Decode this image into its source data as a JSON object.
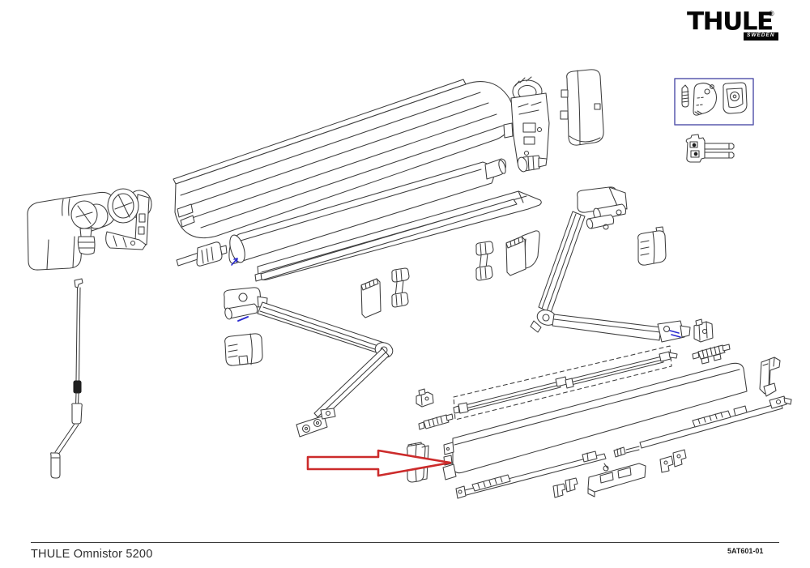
{
  "brand": {
    "wordmark": "THULE",
    "registered_mark": "®",
    "origin_label": "SWEDEN"
  },
  "footer": {
    "model_name": "THULE Omnistor 5200",
    "document_number": "5AT601-01"
  },
  "colors": {
    "background": "#ffffff",
    "diagram_line": "#3d3d3d",
    "arrow_red": "#cc2b2b",
    "callout_blue": "#5a5aae",
    "accent_blue": "#2a2ad0"
  }
}
